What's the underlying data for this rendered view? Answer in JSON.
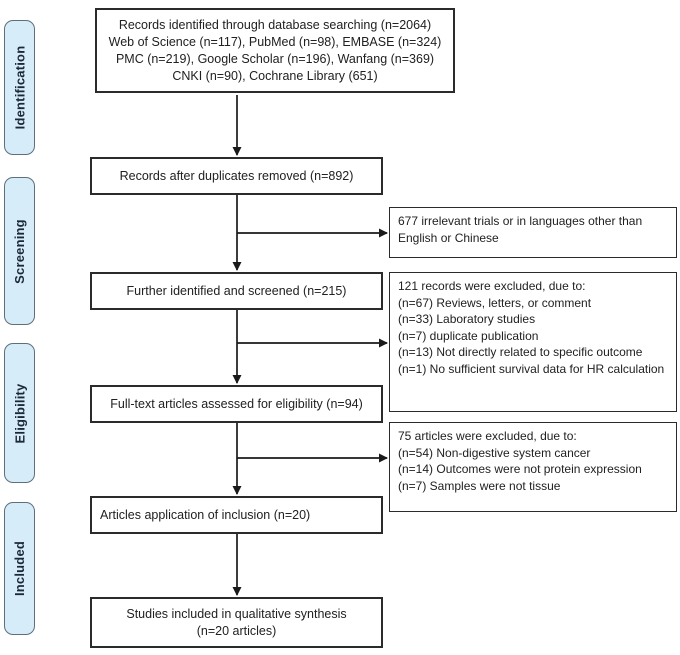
{
  "stages": [
    {
      "label": "Identification"
    },
    {
      "label": "Screening"
    },
    {
      "label": "Eligibility"
    },
    {
      "label": "Included"
    }
  ],
  "flow": {
    "identified": {
      "lines": [
        "Records identified through database searching (n=2064)",
        "Web of Science (n=117), PubMed (n=98), EMBASE (n=324)",
        "PMC (n=219), Google Scholar (n=196), Wanfang (n=369)",
        "CNKI (n=90), Cochrane Library (651)"
      ]
    },
    "after_duplicates": {
      "text": "Records after duplicates removed (n=892)"
    },
    "screened": {
      "text": "Further identified and screened (n=215)"
    },
    "eligibility": {
      "text": "Full-text articles assessed for eligibility (n=94)"
    },
    "inclusion": {
      "text": "Articles application of inclusion (n=20)"
    },
    "included": {
      "lines": [
        "Studies included in qualitative synthesis",
        "(n=20 articles)"
      ]
    }
  },
  "exclusions": {
    "language": {
      "lines": [
        "677 irrelevant trials or in languages other than English or Chinese"
      ]
    },
    "records": {
      "lines": [
        "121 records were excluded, due to:",
        "(n=67) Reviews, letters, or comment",
        "(n=33) Laboratory studies",
        "(n=7) duplicate publication",
        "(n=13) Not directly related to specific outcome",
        "(n=1) No sufficient survival data for HR calculation"
      ]
    },
    "articles": {
      "lines": [
        "75 articles were excluded, due to:",
        "(n=54) Non-digestive system cancer",
        "(n=14) Outcomes were not protein expression",
        "(n=7) Samples were not tissue"
      ]
    }
  },
  "colors": {
    "background": "#ffffff",
    "stage_fill": "#d6ecf9",
    "stage_border": "#5f6f7a",
    "box_border": "#2b2b2b",
    "arrow": "#1a1a1a",
    "text": "#212121"
  }
}
